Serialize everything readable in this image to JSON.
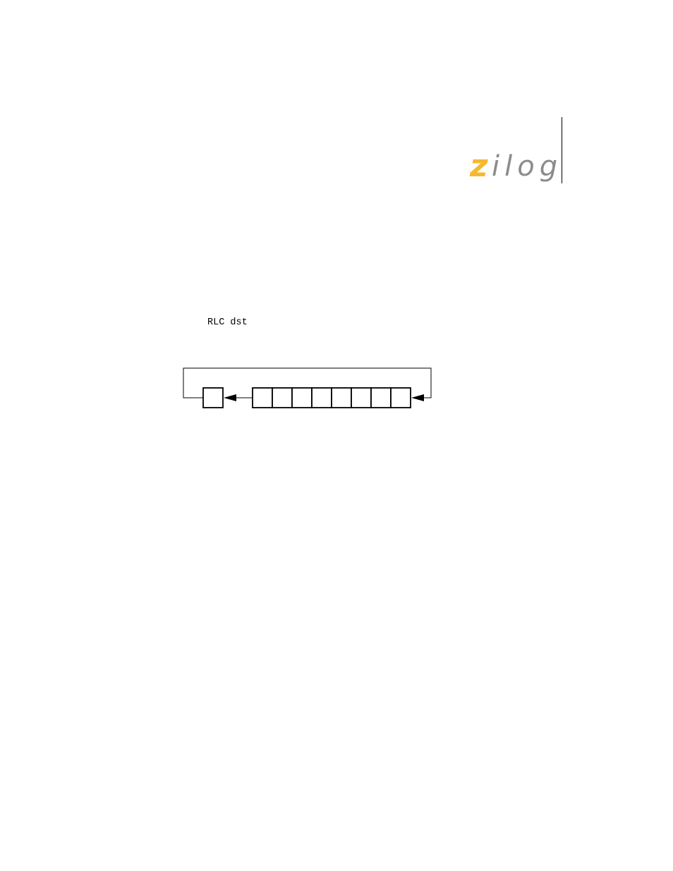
{
  "header": {
    "logo_z": "z",
    "logo_rest": "ilog",
    "logo_accent_color": "#F5B82E",
    "logo_text_color": "#8C8C8C"
  },
  "syntax": {
    "text": "RLC dst"
  },
  "diagram": {
    "carry_cells": 1,
    "register_cells": 8,
    "line_color": "#000000"
  }
}
